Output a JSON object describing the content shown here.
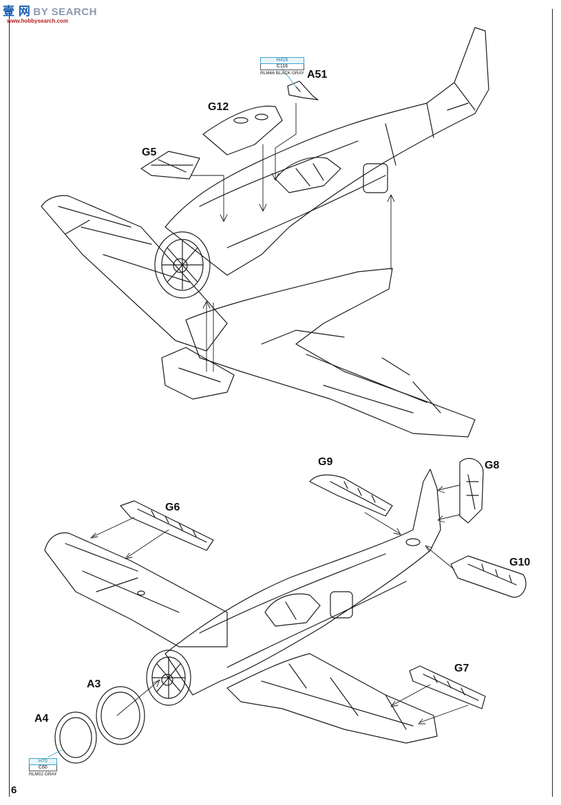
{
  "watermark": {
    "logo_cn": "壹 网",
    "site_name": "BY SEARCH",
    "url": "www.hobbysearch.com"
  },
  "page_number": "6",
  "parts": {
    "A51": "A51",
    "G12": "G12",
    "G5": "G5",
    "G9": "G9",
    "G8": "G8",
    "G6": "G6",
    "G10": "G10",
    "G7": "G7",
    "A3": "A3",
    "A4": "A4"
  },
  "paint_callouts": [
    {
      "primary": "H416",
      "secondary": "C116",
      "name": "RLM66 BLACK GRAY"
    },
    {
      "primary": "H70",
      "secondary": "C60",
      "name": "RLM02 GRAY"
    }
  ],
  "colors": {
    "callout_accent": "#3ba3c9",
    "line": "#1a1a1a",
    "watermark_blue": "#1b5fb0",
    "watermark_red": "#b21a1a"
  }
}
